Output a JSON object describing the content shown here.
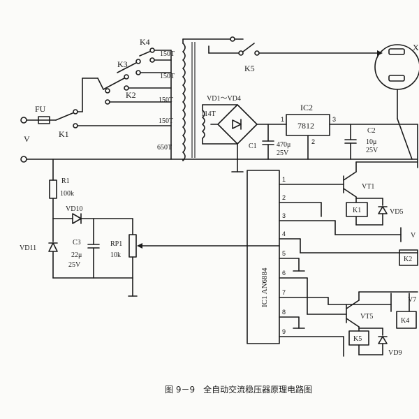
{
  "labels": {
    "fu": "FU",
    "v": "V",
    "k1": "K1",
    "k2": "K2",
    "k3": "K3",
    "k4": "K4",
    "k5": "K5",
    "x": "X",
    "t1": "150T",
    "t2": "150T",
    "t3": "150T",
    "t4": "150T",
    "t5": "650T",
    "t6": "114T",
    "bridge": "VD1～VD4",
    "ic2": "IC2",
    "reg": "7812",
    "pin1": "1",
    "pin2": "2",
    "pin3": "3",
    "c1": "C1",
    "c1v": "470μ",
    "c1r": "25V",
    "c2": "C2",
    "c2v": "10μ",
    "c2r": "25V",
    "r1": "R1",
    "r1v": "100k",
    "vd10": "VD10",
    "vd11": "VD11",
    "c3": "C3",
    "c3v": "22μ",
    "c3r": "25V",
    "rp1": "RP1",
    "rp1v": "10k",
    "ic1": "IC1 AN6884",
    "vt1": "VT1",
    "vd5": "VD5",
    "vt5": "VT5",
    "vd9": "VD9",
    "vt7": "V7",
    "vt3": "V",
    "kk1": "K1",
    "kk2": "K2",
    "kk4": "K4",
    "kk5": "K5",
    "ic_pins": [
      "1",
      "2",
      "3",
      "4",
      "5",
      "6",
      "7",
      "8",
      "9"
    ]
  },
  "caption": "图 9－9　全自动交流稳压器原理电路图"
}
